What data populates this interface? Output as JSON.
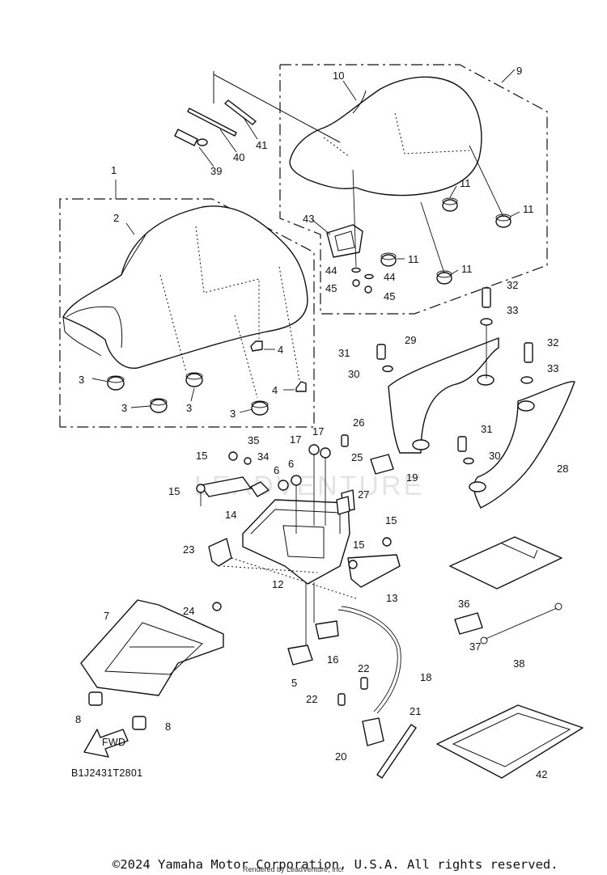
{
  "diagram": {
    "callouts": [
      "1",
      "2",
      "3",
      "3",
      "3",
      "3",
      "4",
      "4",
      "5",
      "6",
      "6",
      "7",
      "8",
      "8",
      "9",
      "10",
      "11",
      "11",
      "11",
      "11",
      "12",
      "13",
      "14",
      "15",
      "15",
      "15",
      "15",
      "16",
      "17",
      "17",
      "18",
      "19",
      "20",
      "21",
      "22",
      "22",
      "23",
      "24",
      "25",
      "26",
      "27",
      "28",
      "29",
      "30",
      "30",
      "31",
      "31",
      "32",
      "32",
      "33",
      "33",
      "34",
      "35",
      "36",
      "37",
      "38",
      "39",
      "40",
      "41",
      "42",
      "43",
      "44",
      "44",
      "45",
      "45"
    ],
    "fwd_arrow_text": "FWD",
    "figure_code": "B1J2431T2801",
    "copyright": "©2024 Yamaha Motor Corporation, U.S.A. All rights reserved.",
    "rendered_by": "Rendered by LeadVenture, Inc.",
    "watermark": "LEADVENTURE"
  }
}
